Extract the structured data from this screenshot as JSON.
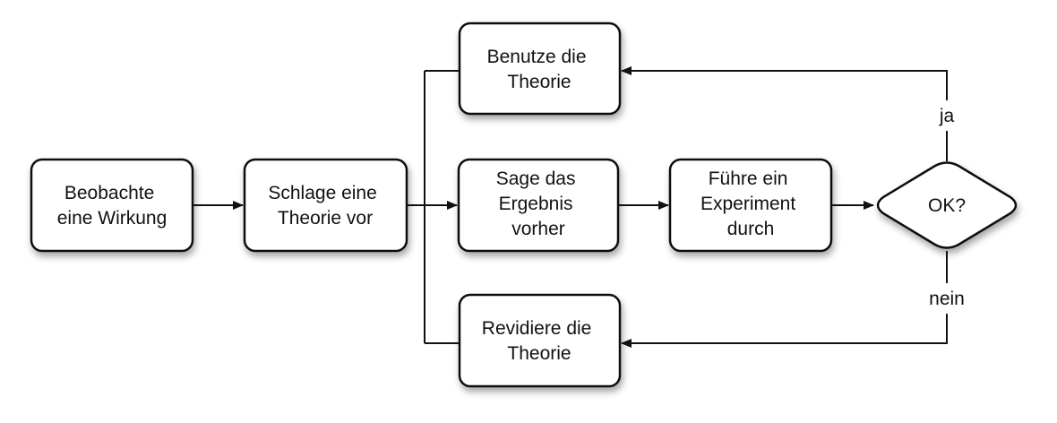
{
  "nodes": {
    "observe": [
      "Beobachte",
      "eine Wirkung"
    ],
    "propose": [
      "Schlage eine",
      "Theorie vor"
    ],
    "use": [
      "Benutze die",
      "Theorie"
    ],
    "predict": [
      "Sage das",
      "Ergebnis",
      "vorher"
    ],
    "experiment": [
      "Führe ein",
      "Experiment",
      "durch"
    ],
    "decision": "OK?",
    "revise": [
      "Revidiere die",
      "Theorie"
    ]
  },
  "edge_labels": {
    "yes": "ja",
    "no": "nein"
  }
}
